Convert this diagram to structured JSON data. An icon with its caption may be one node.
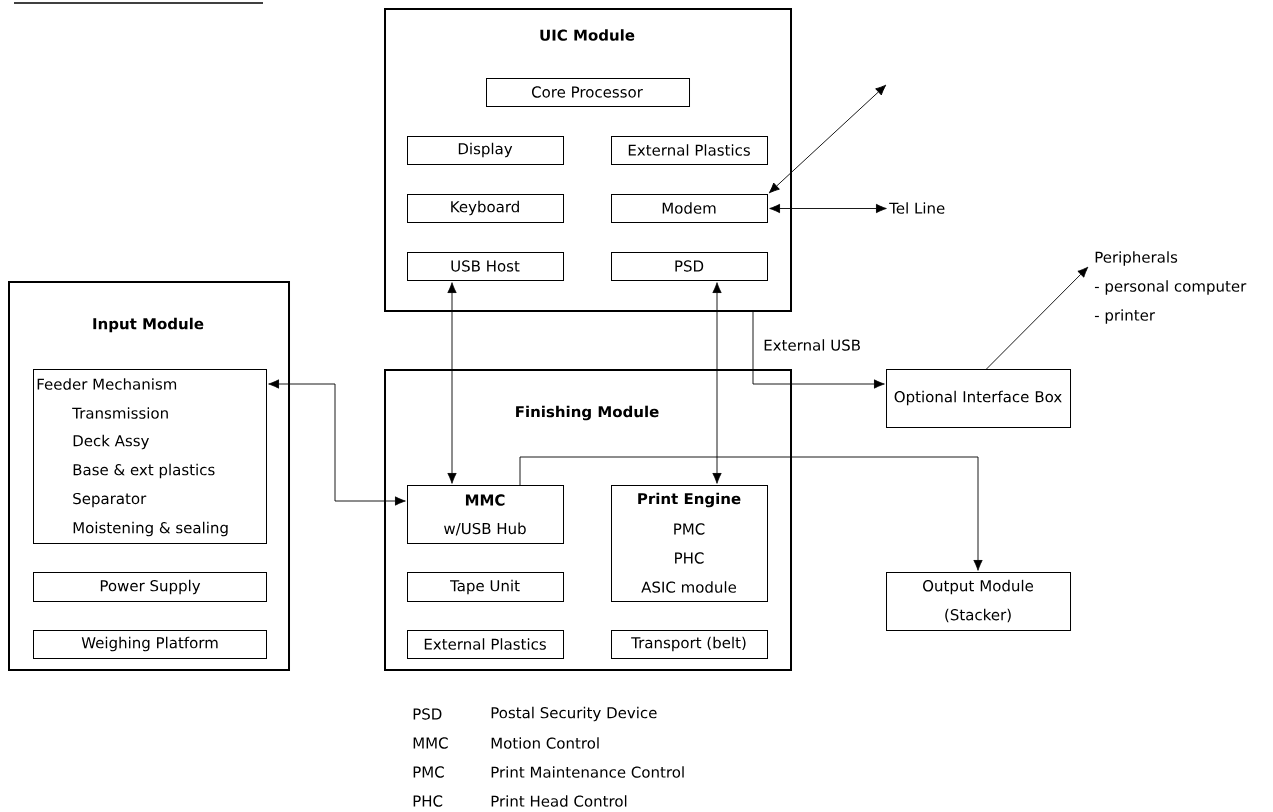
{
  "diagram": {
    "nodes": [
      {
        "text": [
          "UIC Module"
        ]
      },
      {
        "text": [
          "Core Processor"
        ],
        "in": 0
      },
      {
        "text": [
          "Display"
        ],
        "in": 0
      },
      {
        "text": [
          "External Plastics"
        ],
        "in": 0
      },
      {
        "text": [
          "Keyboard"
        ],
        "in": 0
      },
      {
        "text": [
          "Modem"
        ],
        "in": 0
      },
      {
        "text": [
          "USB Host"
        ],
        "in": 0
      },
      {
        "text": [
          "PSD"
        ],
        "in": 0
      },
      {
        "text": [
          "Tel Line"
        ]
      },
      {
        "text": [
          "Peripherals",
          "- personal computer",
          "- printer"
        ]
      },
      {
        "text": [
          "Input Module"
        ]
      },
      {
        "text": [
          "Feeder Mechanism",
          "Transmission",
          "Deck Assy",
          "Base & ext plastics",
          "Separator",
          "Moistening & sealing"
        ],
        "in": 10
      },
      {
        "text": [
          "Power Supply"
        ],
        "in": 10
      },
      {
        "text": [
          "Weighing Platform"
        ],
        "in": 10
      },
      {
        "text": [
          "Finishing Module"
        ]
      },
      {
        "text": [
          "MMC",
          "w/USB Hub"
        ],
        "in": 14
      },
      {
        "text": [
          "Print Engine",
          "PMC",
          "PHC",
          "ASIC module"
        ],
        "in": 14
      },
      {
        "text": [
          "Tape Unit"
        ],
        "in": 14
      },
      {
        "text": [
          "External Plastics"
        ],
        "in": 14
      },
      {
        "text": [
          "Transport (belt)"
        ],
        "in": 14
      },
      {
        "text": [
          "Optional Interface Box"
        ]
      },
      {
        "text": [
          "Output Module (Stacker)"
        ]
      }
    ],
    "edges": [
      {
        "from": null,
        "to": 5,
        "arrow": "both"
      },
      {
        "from": 5,
        "to": 8,
        "arrow": "both"
      },
      {
        "from": 6,
        "to": 15,
        "arrow": "both"
      },
      {
        "from": 7,
        "to": 16,
        "arrow": "both"
      },
      {
        "from": 11,
        "to": 15,
        "arrow": "both"
      },
      {
        "from": 0,
        "to": 20,
        "arrow": "to",
        "label": "External USB"
      },
      {
        "from": 15,
        "to": 21,
        "arrow": "to"
      },
      {
        "from": 20,
        "to": 9,
        "arrow": "to"
      }
    ],
    "labels": [
      "PSD",
      "Postal Security Device",
      "MMC",
      "Motion Control",
      "PMC",
      "Print Maintenance Control",
      "PHC",
      "Print Head Control"
    ]
  }
}
